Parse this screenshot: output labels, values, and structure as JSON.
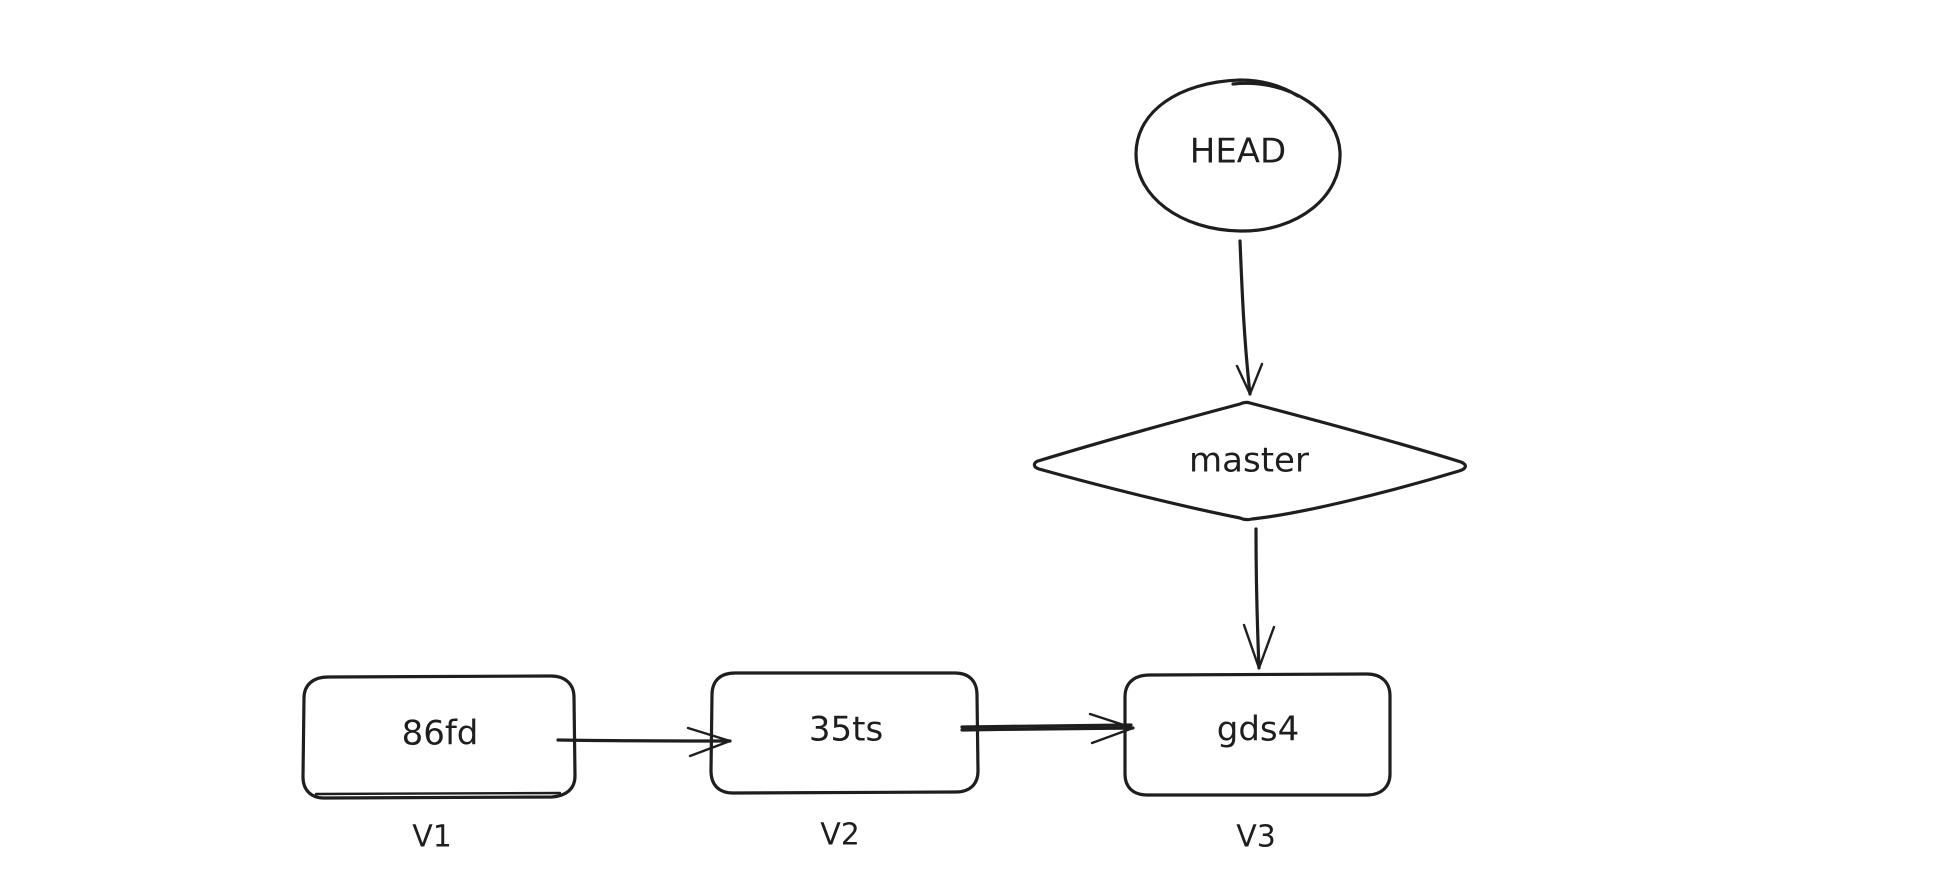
{
  "diagram": {
    "nodes": {
      "head": {
        "label": "HEAD",
        "shape": "ellipse"
      },
      "master": {
        "label": "master",
        "shape": "diamond"
      },
      "commit_1": {
        "label": "86fd",
        "shape": "rounded-rect",
        "caption": "V1"
      },
      "commit_2": {
        "label": "35ts",
        "shape": "rounded-rect",
        "caption": "V2"
      },
      "commit_3": {
        "label": "gds4",
        "shape": "rounded-rect",
        "caption": "V3"
      }
    },
    "edges": [
      {
        "from": "head",
        "to": "master"
      },
      {
        "from": "master",
        "to": "commit_3"
      },
      {
        "from": "commit_1",
        "to": "commit_2"
      },
      {
        "from": "commit_2",
        "to": "commit_3"
      }
    ],
    "colors": {
      "stroke": "#1e1e1e",
      "background": "#ffffff"
    }
  }
}
